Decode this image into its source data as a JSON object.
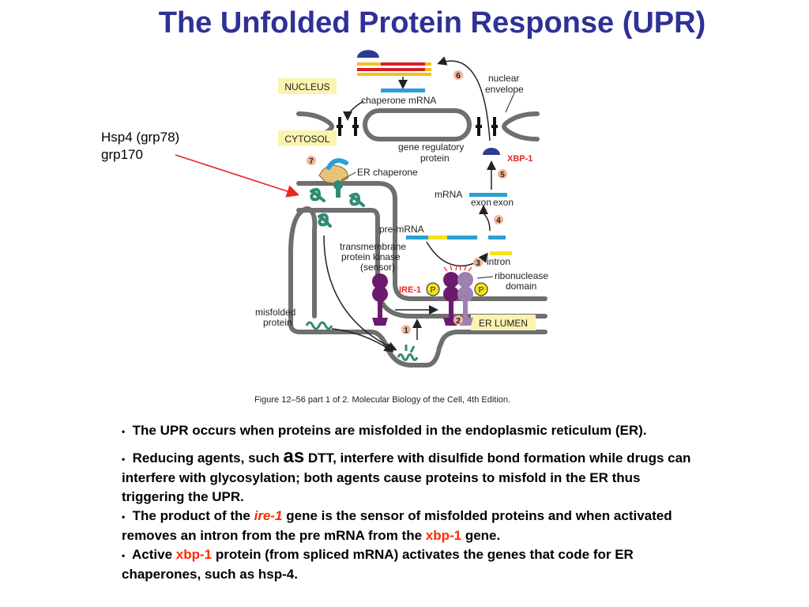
{
  "title": "The Unfolded Protein Response (UPR)",
  "side_label": {
    "line1": "Hsp4 (grp78)",
    "line2": "grp170"
  },
  "diagram": {
    "nucleus": "NUCLEUS",
    "cytosol": "CYTOSOL",
    "chaperone_mrna": "chaperone mRNA",
    "nuclear_envelope_1": "nuclear",
    "nuclear_envelope_2": "envelope",
    "gene_reg_1": "gene regulatory",
    "gene_reg_2": "protein",
    "xbp1": "XBP-1",
    "er_chaperone": "ER chaperone",
    "mrna": "mRNA",
    "exon1": "exon",
    "exon2": "exon",
    "pre_mrna": "pre-mRNA",
    "transmembrane_1": "transmembrane",
    "transmembrane_2": "protein kinase",
    "transmembrane_3": "(sensor)",
    "intron": "intron",
    "ribonuclease_1": "ribonuclease",
    "ribonuclease_2": "domain",
    "ire1": "IRE-1",
    "p1": "P",
    "p2": "P",
    "misfolded_1": "misfolded",
    "misfolded_2": "protein",
    "er_lumen": "ER LUMEN",
    "step1": "1",
    "step2": "2",
    "step3": "3",
    "step4": "4",
    "step5": "5",
    "step6": "6",
    "step7": "7",
    "caption": "Figure 12–56 part 1 of 2. Molecular Biology of the Cell, 4th Edition."
  },
  "bullets": {
    "b1": "The UPR occurs when proteins are misfolded in the endoplasmic reticulum (ER).",
    "b2_a": "Reducing agents, such ",
    "b2_as": "as",
    "b2_dtt": " DTT",
    "b2_b": ", interfere with disulfide bond formation while drugs can interfere with glycosylation; both agents cause proteins to misfold in the ER thus triggering the UPR.",
    "b3_a": "The product of the ",
    "b3_ire": "ire-1",
    "b3_b": " gene is the sensor of misfolded proteins and when activated removes an intron from the pre mRNA from the ",
    "b3_xbp": "xbp-1",
    "b3_c": " gene.",
    "b4_a": "Active ",
    "b4_xbp": "xbp-1",
    "b4_b": " protein (from spliced mRNA) activates the genes that code for ER chaperones",
    "b4_c": ", such as hsp-4."
  },
  "colors": {
    "title": "#2f3197",
    "highlight": "#ff2a00",
    "membrane": "#6f6f6f",
    "label_box": "#fbf3b0",
    "chaperone_green": "#2e8b74",
    "ire1_purple": "#6b1a6e",
    "mrna_blue": "#2a9fd6",
    "intron_yellow": "#f2e21c",
    "step_circle": "#f3b49a"
  }
}
